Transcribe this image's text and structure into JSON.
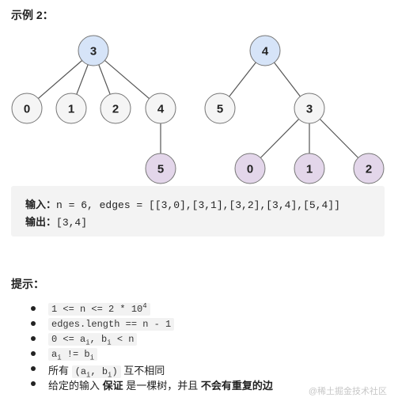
{
  "example": {
    "title": "示例 2：",
    "trees": [
      {
        "nodes": [
          {
            "id": "3",
            "label": "3",
            "color": "#d6e4f8"
          },
          {
            "id": "0",
            "label": "0",
            "color": "#f5f5f5"
          },
          {
            "id": "1",
            "label": "1",
            "color": "#f5f5f5"
          },
          {
            "id": "2",
            "label": "2",
            "color": "#f5f5f5"
          },
          {
            "id": "4",
            "label": "4",
            "color": "#f5f5f5"
          },
          {
            "id": "5",
            "label": "5",
            "color": "#e3d6ea"
          }
        ],
        "edges": [
          [
            "3",
            "0"
          ],
          [
            "3",
            "1"
          ],
          [
            "3",
            "2"
          ],
          [
            "3",
            "4"
          ],
          [
            "4",
            "5"
          ]
        ]
      },
      {
        "nodes": [
          {
            "id": "4",
            "label": "4",
            "color": "#d6e4f8"
          },
          {
            "id": "5",
            "label": "5",
            "color": "#f5f5f5"
          },
          {
            "id": "3",
            "label": "3",
            "color": "#f5f5f5"
          },
          {
            "id": "0",
            "label": "0",
            "color": "#e3d6ea"
          },
          {
            "id": "1",
            "label": "1",
            "color": "#e3d6ea"
          },
          {
            "id": "2",
            "label": "2",
            "color": "#e3d6ea"
          }
        ],
        "edges": [
          [
            "4",
            "5"
          ],
          [
            "4",
            "3"
          ],
          [
            "3",
            "0"
          ],
          [
            "3",
            "1"
          ],
          [
            "3",
            "2"
          ]
        ]
      }
    ],
    "input_label": "输入：",
    "input_value": "n = 6, edges = [[3,0],[3,1],[3,2],[3,4],[5,4]]",
    "output_label": "输出：",
    "output_value": "[3,4]"
  },
  "hints": {
    "title": "提示：",
    "items": [
      {
        "code_pre": "1 <= n <= 2 * 10",
        "sup": "4"
      },
      {
        "code": "edges.length == n - 1"
      },
      {
        "code_pre": "0 <= a",
        "sub1": "i",
        "code_mid": ", b",
        "sub2": "i",
        "code_post": " < n"
      },
      {
        "code_pre": "a",
        "sub1": "i",
        "code_mid": " != b",
        "sub2": "i"
      },
      {
        "text_pre": "所有 ",
        "code_pre": "(a",
        "sub1": "i",
        "code_mid": ", b",
        "sub2": "i",
        "code_post": ")",
        "text_post": " 互不相同"
      },
      {
        "text_pre": "给定的输入 ",
        "bold1": "保证",
        "text_mid": " 是一棵树，并且 ",
        "bold2": "不会有重复的边"
      }
    ]
  },
  "watermark": "@稀土掘金技术社区"
}
